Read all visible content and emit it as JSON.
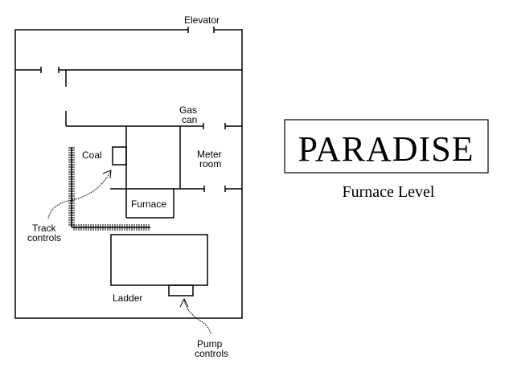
{
  "map": {
    "labels": {
      "elevator": "Elevator",
      "gas_can_1": "Gas",
      "gas_can_2": "can",
      "coal": "Coal",
      "meter_room_1": "Meter",
      "meter_room_2": "room",
      "furnace": "Furnace",
      "track_controls_1": "Track",
      "track_controls_2": "controls",
      "ladder": "Ladder",
      "pump_controls_1": "Pump",
      "pump_controls_2": "controls"
    }
  },
  "title": {
    "name": "PARADISE",
    "subtitle": "Furnace Level"
  }
}
